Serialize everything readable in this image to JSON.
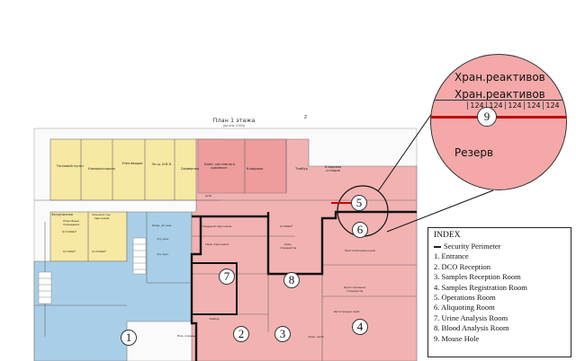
{
  "plan": {
    "title": "План 1 этажа",
    "subtitle": "(на отм. 0.000)",
    "section_mark": "2"
  },
  "rooms": {
    "heat": "Тепловой пункт",
    "compressor": "Компрессорная",
    "inputs": "Узел вводов",
    "electrical": "Эл.щ. И.В.П.",
    "server": "Серверная",
    "sysadmin": "Комн. системного админист.",
    "storage": "Кладовая",
    "vestibule": "Тамбур",
    "waste": "Кладовая отходов",
    "reagents": "Хран. реактивов",
    "loading": "Загрузочная",
    "utility_room": "Подсобные помещения",
    "staff_room": "Комната тех. персонала",
    "corridor": "Д.Ж.",
    "cleaning": "Клад. уб. инв.",
    "wc1": "С/у жен.",
    "wc2": "С/у муж.",
    "changing": "Гардероб персонала",
    "changing2": "Гард. персонала",
    "washing": "Пом. охраны",
    "standards": "Хран. стандартов",
    "prep": "Приготовление р-ров",
    "prep_std": "Приготовление стандартов",
    "reg": "Регистрация проб",
    "sample_storage": "Хран. проб",
    "reserve": "Резерв",
    "cold": "Q=1000м³",
    "cold2": "Q=500м³",
    "cold3": "Q=300м³"
  },
  "zoom": {
    "line1": "Хран.реактивов",
    "line2": "Хран.реактивов",
    "cells": [
      "124",
      "124",
      "124",
      "124",
      "124"
    ],
    "badge": "9",
    "reserve": "Резерв"
  },
  "badges": [
    "1",
    "2",
    "3",
    "4",
    "5",
    "6",
    "7",
    "8"
  ],
  "index": {
    "title": "INDEX",
    "items": [
      "Security Perimeter",
      "1. Entrance",
      "2. DCO Reception",
      "3. Samples Reception Room",
      "4. Samples Registration Room",
      "5. Operations Room",
      "6. Aliquoting Room",
      "7. Urine Analysis Room",
      "8. Blood Analysis Room",
      "9. Mouse Hole"
    ]
  },
  "colors": {
    "yellow": "#f7e8a3",
    "blue": "#a9cfe8",
    "pink": "#f3b2b2",
    "pink_dark": "#ee9c9c",
    "zoom_bg": "#f4a8a8",
    "perimeter": "#111111",
    "wall": "#555555"
  }
}
